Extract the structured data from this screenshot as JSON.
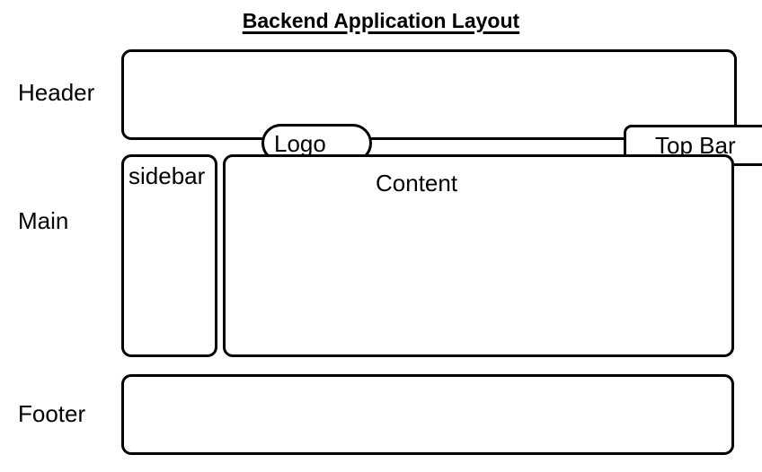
{
  "diagram": {
    "title": "Backend Application Layout",
    "background_color": "#ffffff",
    "stroke_color": "#000000",
    "text_color": "#000000"
  },
  "row_labels": {
    "header": "Header",
    "main": "Main",
    "footer": "Footer"
  },
  "header_section": {
    "logo": "Logo",
    "top_bar": "Top Bar"
  },
  "main_section": {
    "sidebar": "sidebar",
    "content": "Content"
  },
  "footer_section": {
    "label": ""
  }
}
